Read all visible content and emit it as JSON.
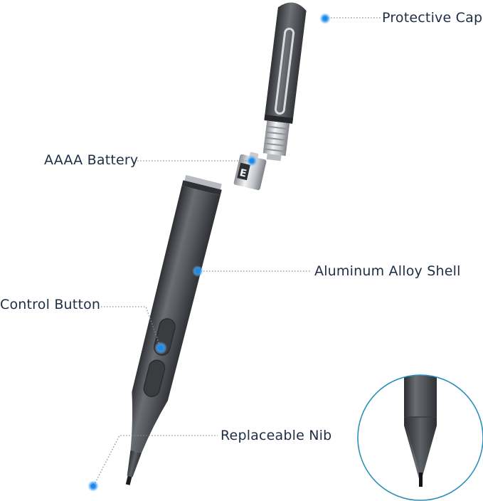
{
  "colors": {
    "label_text": "#1f2d44",
    "leader_line": "#7f93a8",
    "marker_dot": "#1e88e5",
    "marker_glow": "#8cc8ff",
    "pen_body": "#54575c",
    "pen_dark": "#36383c",
    "inset_ring": "#2a8fb8"
  },
  "callouts": [
    {
      "id": "protective-cap",
      "label": "Protective Cap"
    },
    {
      "id": "aaaa-battery",
      "label": "AAAA Battery"
    },
    {
      "id": "aluminum-alloy-shell",
      "label": "Aluminum Alloy Shell"
    },
    {
      "id": "control-button",
      "label": "Control Button"
    },
    {
      "id": "replaceable-nib",
      "label": "Replaceable Nib"
    }
  ],
  "inset": {
    "content": "pen-tip-close-up"
  }
}
